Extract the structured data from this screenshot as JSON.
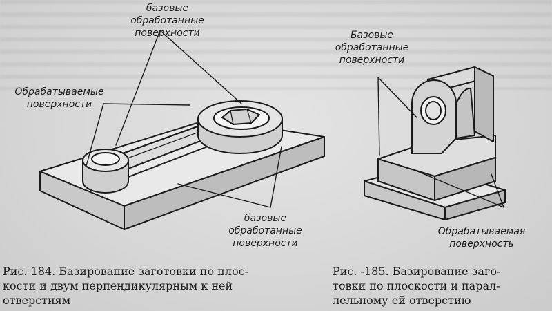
{
  "figure_184": {
    "label_top": "базовые\nобработанные\nповерхности",
    "label_left": "Обрабатываемые\nповерхности",
    "label_bottom": "базовые\nобработанные\nповерхности",
    "caption": "Рис. 184. Базирование заготовки по плос-\nкости и двум перпендикулярным  к ней\nотверстиям"
  },
  "figure_185": {
    "label_top": "Базовые\nобработанные\nповерхности",
    "label_bottom": "Обрабатываемая\nповерхность",
    "caption": "Рис. -185.  Базирование  заго-\nтовки по плоскости и парал-\nлельному  ей отверстию"
  }
}
